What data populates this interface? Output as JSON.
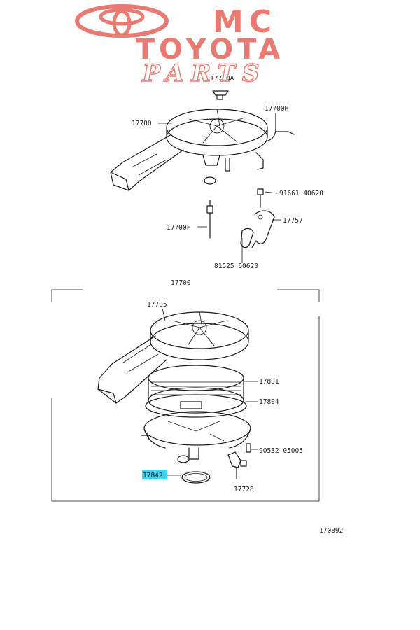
{
  "logo": {
    "line1": "MC",
    "line2": "TOYOTA",
    "line3": "PARTS",
    "color": "#e87a72"
  },
  "labels": {
    "p17700a": "17700A",
    "p17700": "17700",
    "p17700h": "17700H",
    "p91661": "91661 40620",
    "p17757": "17757",
    "p17700f": "17700F",
    "p81525": "81525 60620",
    "p17700_group": "17700",
    "p17705": "17705",
    "p17801": "17801",
    "p17804": "17804",
    "p90532": "90532 05005",
    "p17842": "17842",
    "p17728": "17728",
    "figure_no": "170892"
  },
  "highlight_color": "#43d3ea"
}
